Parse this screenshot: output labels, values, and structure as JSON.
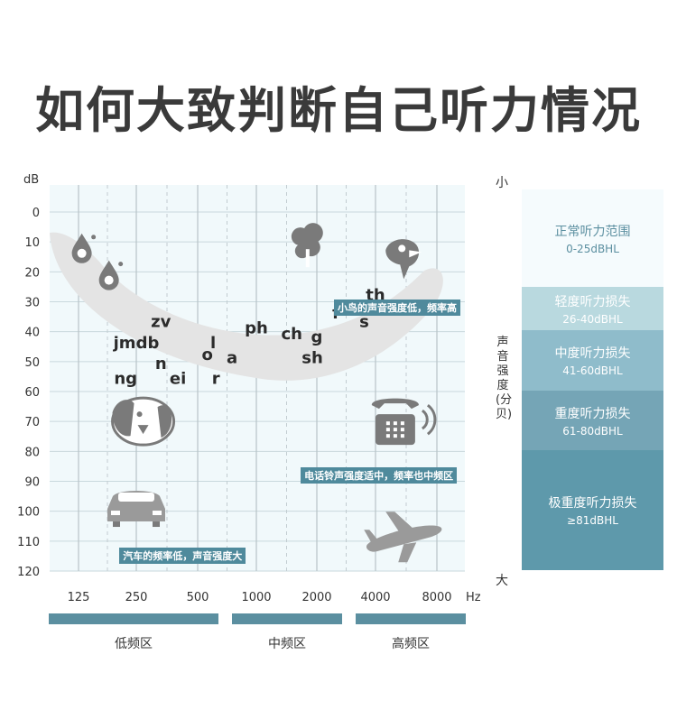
{
  "title": "如何大致判断自己听力情况",
  "chart_data": {
    "type": "scatter",
    "x_unit": "Hz",
    "y_unit": "dB",
    "x_categories": [
      "125",
      "250",
      "500",
      "1000",
      "2000",
      "4000",
      "8000"
    ],
    "y_ticks": [
      0,
      10,
      20,
      30,
      40,
      50,
      60,
      70,
      80,
      90,
      100,
      110,
      120
    ],
    "y_range": [
      0,
      120
    ],
    "y_inverted": true,
    "grid": true,
    "speech_sounds": [
      {
        "text": "zv",
        "x": 330,
        "y": 37
      },
      {
        "text": "jmdb",
        "x": 250,
        "y": 44
      },
      {
        "text": "n",
        "x": 330,
        "y": 51
      },
      {
        "text": "ng",
        "x": 220,
        "y": 56
      },
      {
        "text": "ei",
        "x": 400,
        "y": 56
      },
      {
        "text": "l",
        "x": 600,
        "y": 44
      },
      {
        "text": "o",
        "x": 560,
        "y": 48
      },
      {
        "text": "a",
        "x": 750,
        "y": 49
      },
      {
        "text": "r",
        "x": 620,
        "y": 56
      },
      {
        "text": "ph",
        "x": 1000,
        "y": 39
      },
      {
        "text": "ch",
        "x": 1500,
        "y": 41
      },
      {
        "text": "g",
        "x": 2000,
        "y": 42
      },
      {
        "text": "sh",
        "x": 1900,
        "y": 49
      },
      {
        "text": "f",
        "x": 2500,
        "y": 34
      },
      {
        "text": "th",
        "x": 4000,
        "y": 28
      },
      {
        "text": "s",
        "x": 3500,
        "y": 37
      }
    ],
    "icons": [
      {
        "name": "dripping-water-icon",
        "x": 130,
        "y": 12
      },
      {
        "name": "dripping-water-icon",
        "x": 180,
        "y": 21
      },
      {
        "name": "tree-leaves-icon",
        "x": 1800,
        "y": 10
      },
      {
        "name": "bird-icon",
        "x": 5500,
        "y": 14
      },
      {
        "name": "dog-icon",
        "x": 270,
        "y": 70
      },
      {
        "name": "telephone-icon",
        "x": 5000,
        "y": 70
      },
      {
        "name": "car-icon",
        "x": 250,
        "y": 98
      },
      {
        "name": "airplane-icon",
        "x": 5500,
        "y": 108
      }
    ],
    "annotations": [
      {
        "text": "小鸟的声音强度低，频率高",
        "x": 4000,
        "y": 32
      },
      {
        "text": "电话铃声强度适中，频率也中频区",
        "x": 2700,
        "y": 88
      },
      {
        "text": "汽车的频率低，声音强度大",
        "x": 330,
        "y": 115
      }
    ]
  },
  "hearing_levels": [
    {
      "label": "正常听力范围",
      "range": "0-25dBHL"
    },
    {
      "label": "轻度听力损失",
      "range": "26-40dBHL"
    },
    {
      "label": "中度听力损失",
      "range": "41-60dBHL"
    },
    {
      "label": "重度听力损失",
      "range": "61-80dBHL"
    },
    {
      "label": "极重度听力损失",
      "range": "≥81dBHL"
    }
  ],
  "right_axis": {
    "top": "小",
    "bottom": "大",
    "title": "声音强度(分贝)"
  },
  "frequency_bands": [
    {
      "label": "低频区"
    },
    {
      "label": "中频区"
    },
    {
      "label": "高频区"
    }
  ],
  "colors": {
    "band": "#5b8fa0",
    "grid": "#c9d8dd",
    "banana": "#e4e4e4",
    "icon": "#7a7a7a"
  }
}
